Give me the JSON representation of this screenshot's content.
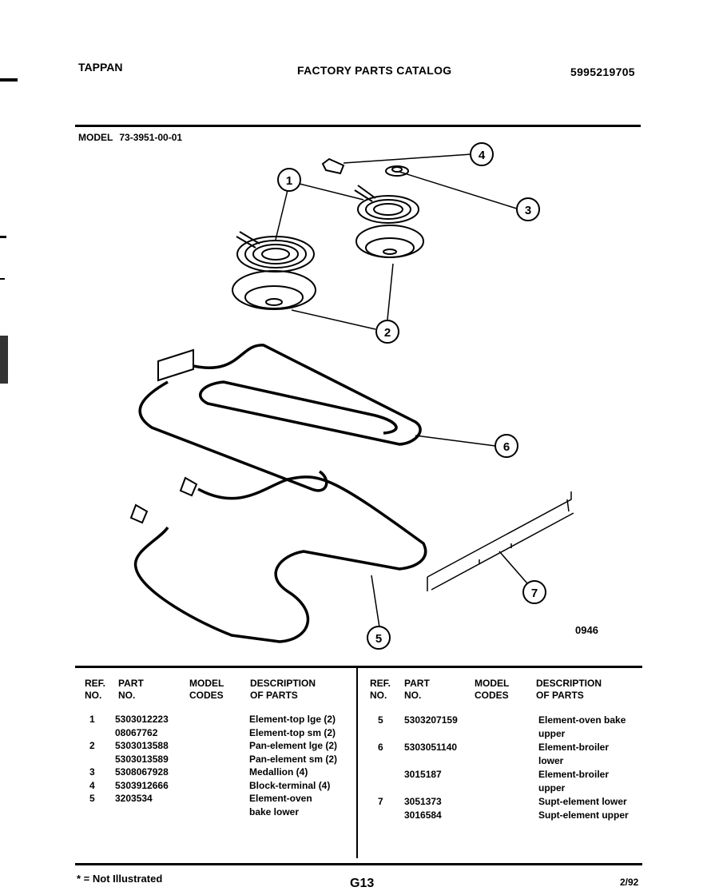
{
  "header": {
    "brand": "TAPPAN",
    "brand_sub": "",
    "title": "FACTORY PARTS CATALOG",
    "catalog_number": "5995219705"
  },
  "model": {
    "label": "MODEL",
    "number": "73-3951-00-01"
  },
  "diagram": {
    "callouts": [
      "1",
      "2",
      "3",
      "4",
      "5",
      "6",
      "7"
    ],
    "figure_code": "0946"
  },
  "table": {
    "left_headers": {
      "ref": "REF.\nNO.",
      "part": "PART\nNO.",
      "model": "MODEL\nCODES",
      "desc": "DESCRIPTION\nOF PARTS"
    },
    "right_headers": {
      "ref": "REF.\nNO.",
      "part": "PART\nNO.",
      "model": "MODEL\nCODES",
      "desc": "DESCRIPTION\nOF PARTS"
    },
    "left_rows": [
      {
        "ref": "1",
        "part": "5303012223",
        "desc": "Element-top lge (2)"
      },
      {
        "ref": "",
        "part": "08067762",
        "desc": "Element-top sm (2)"
      },
      {
        "ref": "2",
        "part": "5303013588",
        "desc": "Pan-element lge (2)"
      },
      {
        "ref": "",
        "part": "5303013589",
        "desc": "Pan-element sm (2)"
      },
      {
        "ref": "3",
        "part": "5308067928",
        "desc": "Medallion (4)"
      },
      {
        "ref": "4",
        "part": "5303912666",
        "desc": "Block-terminal (4)"
      },
      {
        "ref": "5",
        "part": "3203534",
        "desc": "Element-oven"
      },
      {
        "ref": "",
        "part": "",
        "desc": "bake lower"
      }
    ],
    "right_rows": [
      {
        "ref": "5",
        "part": "5303207159",
        "desc": "Element-oven bake"
      },
      {
        "ref": "",
        "part": "",
        "desc": "upper"
      },
      {
        "ref": "6",
        "part": "5303051140",
        "desc": "Element-broiler"
      },
      {
        "ref": "",
        "part": "",
        "desc": "lower"
      },
      {
        "ref": "",
        "part": "3015187",
        "desc": "Element-broiler"
      },
      {
        "ref": "",
        "part": "",
        "desc": "upper"
      },
      {
        "ref": "7",
        "part": "3051373",
        "desc": "Supt-element lower"
      },
      {
        "ref": "",
        "part": "3016584",
        "desc": "Supt-element upper"
      }
    ]
  },
  "footer": {
    "note": "* = Not Illustrated",
    "page_code": "G13",
    "date": "2/92"
  }
}
